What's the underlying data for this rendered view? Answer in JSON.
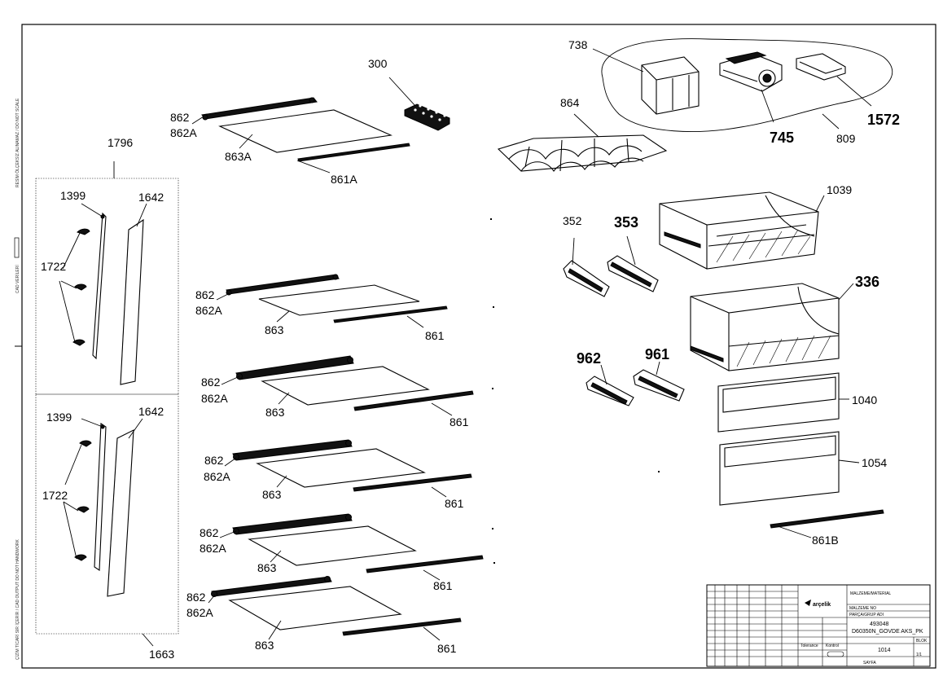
{
  "border_text": {
    "top": "RESİM ÖLÇEKSİZ ALINAMAZ / DO NOT SCALE",
    "mid": "CAD VERİLERİ",
    "bottom": "ÇİZİM TİCARİ SIR İÇERİR / CAD OUTPUT DO NOT HANDWORK"
  },
  "callouts": {
    "c738": "738",
    "c745": "745",
    "c809": "809",
    "c1572": "1572",
    "c300": "300",
    "c864": "864",
    "c862_1": "862",
    "c862A_1": "862A",
    "c863A": "863A",
    "c861A": "861A",
    "c1796": "1796",
    "c1399_1": "1399",
    "c1642_1": "1642",
    "c1722_1": "1722",
    "c1399_2": "1399",
    "c1642_2": "1642",
    "c1722_2": "1722",
    "c1663": "1663",
    "c862_2": "862",
    "c862A_2": "862A",
    "c863_2": "863",
    "c861_2": "861",
    "c862_3": "862",
    "c862A_3": "862A",
    "c863_3": "863",
    "c861_3": "861",
    "c862_4": "862",
    "c862A_4": "862A",
    "c863_4": "863",
    "c861_4": "861",
    "c862_5": "862",
    "c862A_5": "862A",
    "c863_5": "863",
    "c861_5": "861",
    "c862_6": "862",
    "c862A_6": "862A",
    "c863_6": "863",
    "c861_6": "861",
    "c352": "352",
    "c353": "353",
    "c962": "962",
    "c961": "961",
    "c1039": "1039",
    "c336": "336",
    "c1040": "1040",
    "c1054": "1054",
    "c861B": "861B"
  },
  "title_block": {
    "brand": "arçelik",
    "header": "MALZEME/MATERIAL",
    "part_no": "493048",
    "title": "D60350N_GOVDE AKS_PK",
    "group": "1014",
    "sheet": "1/1",
    "labels": {
      "malzeme_no": "MALZEME NO",
      "parca_grup": "PARÇA/GRUP ADI",
      "tolerance": "Tolerance",
      "kontrol": "Kontrol",
      "sheet_lbl": "SAYFA",
      "blok": "BLOK"
    }
  }
}
